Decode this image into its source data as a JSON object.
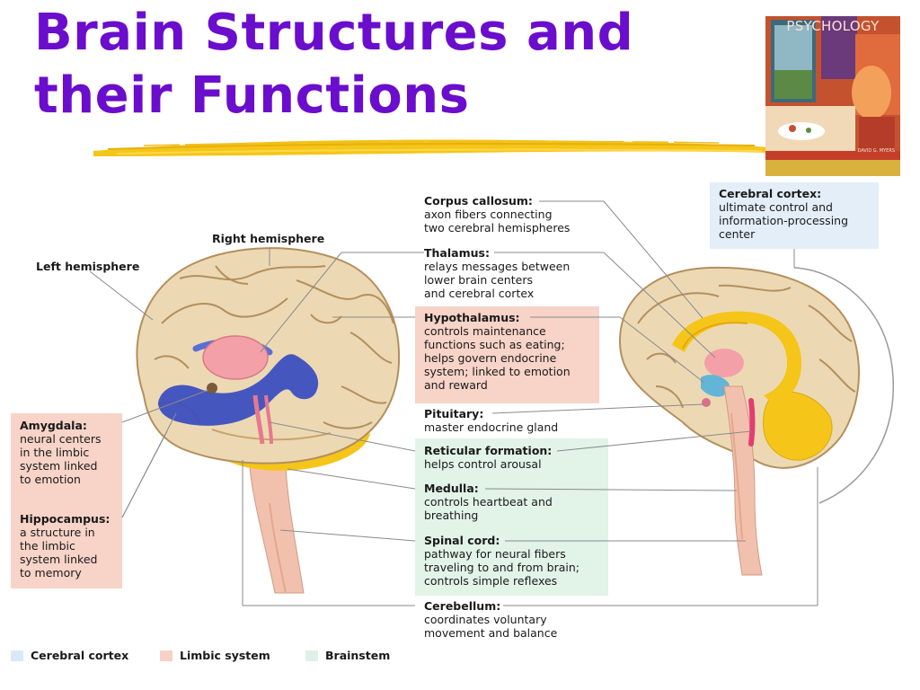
{
  "slide": {
    "title_line1": "Brain Structures and",
    "title_line2": "their Functions",
    "book_title": "PSYCHOLOGY",
    "book_author": "DAVID G. MYERS"
  },
  "labels": {
    "right_hemisphere": "Right hemisphere",
    "left_hemisphere": "Left hemisphere"
  },
  "structures": {
    "corpus_callosum": {
      "title": "Corpus callosum:",
      "desc": [
        "axon fibers connecting",
        "two cerebral hemispheres"
      ]
    },
    "thalamus": {
      "title": "Thalamus:",
      "desc": [
        "relays messages between",
        "lower brain centers",
        "and cerebral cortex"
      ]
    },
    "hypothalamus": {
      "title": "Hypothalamus:",
      "desc": [
        "controls maintenance",
        "functions such as eating;",
        "helps govern endocrine",
        "system; linked to emotion",
        "and reward"
      ]
    },
    "pituitary": {
      "title": "Pituitary:",
      "desc": [
        "master endocrine gland"
      ]
    },
    "reticular_formation": {
      "title": "Reticular formation:",
      "desc": [
        "helps control arousal"
      ]
    },
    "medulla": {
      "title": "Medulla:",
      "desc": [
        "controls heartbeat and",
        "breathing"
      ]
    },
    "spinal_cord": {
      "title": "Spinal cord:",
      "desc": [
        "pathway for neural fibers",
        "traveling to and from brain;",
        "controls simple reflexes"
      ]
    },
    "cerebellum": {
      "title": "Cerebellum:",
      "desc": [
        "coordinates voluntary",
        "movement and balance"
      ]
    },
    "cerebral_cortex": {
      "title": "Cerebral cortex:",
      "desc": [
        "ultimate control and",
        "information-processing",
        "center"
      ]
    },
    "amygdala": {
      "title": "Amygdala:",
      "desc": [
        "neural centers",
        "in the limbic",
        "system linked",
        "to emotion"
      ]
    },
    "hippocampus": {
      "title": "Hippocampus:",
      "desc": [
        "a structure in",
        "the limbic",
        "system linked",
        "to memory"
      ]
    }
  },
  "legend": [
    {
      "label": "Cerebral cortex",
      "color": "#d9e9f7"
    },
    {
      "label": "Limbic system",
      "color": "#f7d1c5"
    },
    {
      "label": "Brainstem",
      "color": "#dff1e6"
    }
  ],
  "colors": {
    "title": "#6a0dcc",
    "cortex_box": "#e3eef9",
    "limbic_box": "#f7d3c8",
    "brainstem_box": "#e2f3e8",
    "brain_tan": "#ecd9b3",
    "brain_fold": "#b38f5d",
    "highlight_yellow": "#f5c519",
    "ventricle_blue": "#3d4fc0",
    "thalamus_pink": "#f3a0a8"
  }
}
